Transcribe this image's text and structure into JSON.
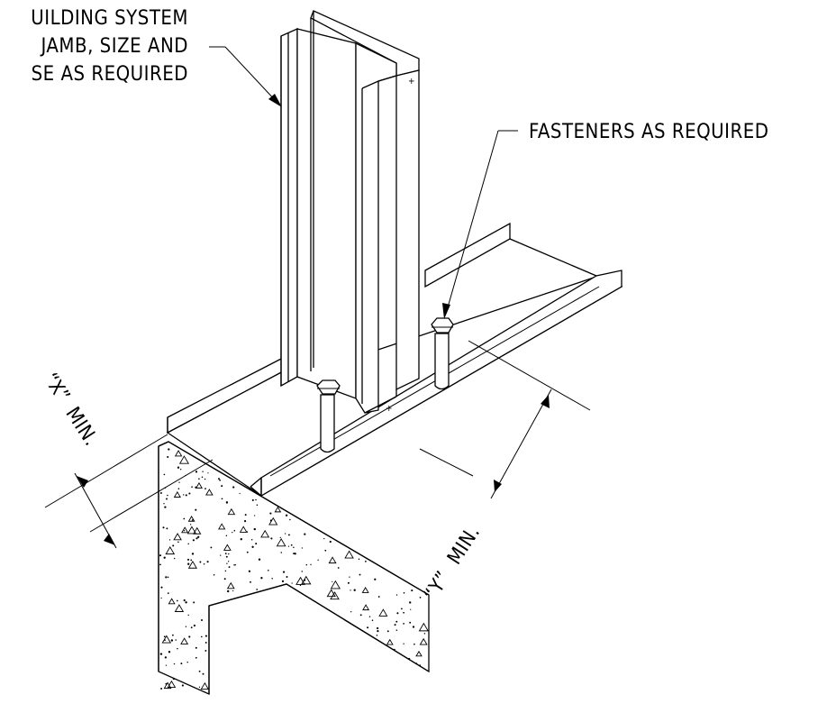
{
  "callouts": {
    "system_line_1": "UILDING SYSTEM",
    "system_line_2": "JAMB, SIZE AND",
    "system_line_3": "SE AS REQUIRED",
    "fasteners": "FASTENERS AS REQUIRED"
  },
  "dimensions": {
    "x_mark": "“X”",
    "x_min": "MIN.",
    "y_mark": "“Y”",
    "y_min": "MIN."
  }
}
